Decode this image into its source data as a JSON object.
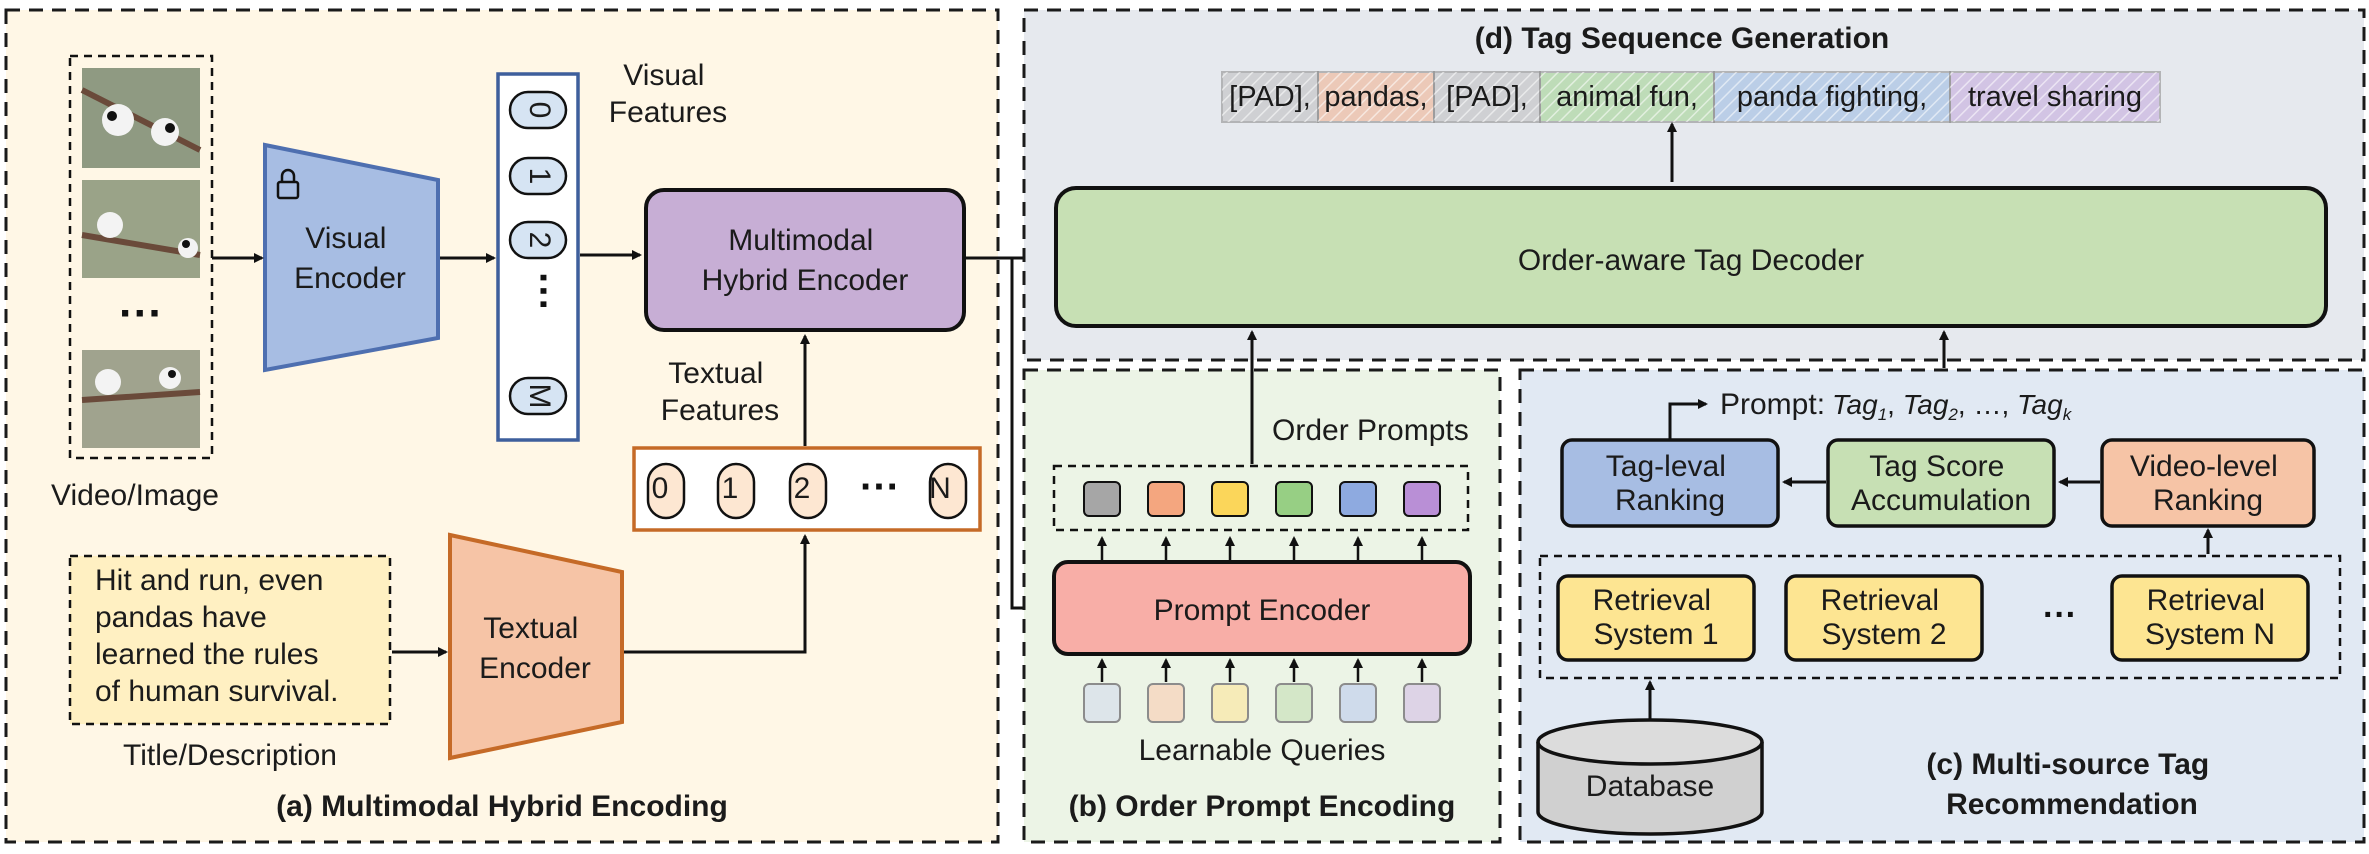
{
  "panels": {
    "a": "(a) Multimodal Hybrid Encoding",
    "b": "(b) Order Prompt Encoding",
    "c_line1": "(c) Multi-source Tag",
    "c_line2": "Recommendation",
    "d": "(d) Tag Sequence Generation"
  },
  "video_label": "Video/Image",
  "visual_encoder": [
    "Visual",
    "Encoder"
  ],
  "visual_features": [
    "Visual",
    "Features"
  ],
  "visual_tokens": [
    "0",
    "1",
    "2",
    "M"
  ],
  "multimodal_encoder": [
    "Multimodal",
    "Hybrid Encoder"
  ],
  "textual_features": [
    "Textual",
    "Features"
  ],
  "textual_tokens": [
    "0",
    "1",
    "2",
    "N"
  ],
  "title_text": [
    "Hit and run, even",
    "pandas have",
    "learned the rules",
    "of human survival."
  ],
  "title_label": "Title/Description",
  "textual_encoder": [
    "Textual",
    "Encoder"
  ],
  "order_prompts": "Order Prompts",
  "prompt_encoder": "Prompt Encoder",
  "learnable_queries": "Learnable Queries",
  "decoder": "Order-aware Tag Decoder",
  "tags": [
    "[PAD],",
    "pandas,",
    "[PAD],",
    "animal fun,",
    "panda fighting,",
    "travel sharing"
  ],
  "prompt_label": "Prompt:",
  "prompt_formula": [
    "Tag",
    "1",
    "Tag",
    "2",
    "…",
    "Tag",
    "k"
  ],
  "tag_ranking": [
    "Tag-leval",
    "Ranking"
  ],
  "score_accum": [
    "Tag Score",
    "Accumulation"
  ],
  "video_ranking": [
    "Video-level",
    "Ranking"
  ],
  "retrieval": [
    [
      "Retrieval",
      "System 1"
    ],
    [
      "Retrieval",
      "System 2"
    ],
    [
      "Retrieval",
      "System N"
    ]
  ],
  "retrieval_dots": "···",
  "database": "Database",
  "colors": {
    "panel_a": "#fff7e6",
    "panel_b": "#ecf4e6",
    "panel_c": "#e1e9f3",
    "panel_d": "#e6e9ee",
    "visual_encoder": "#a7bde3",
    "multimodal": "#c7aed5",
    "textual_encoder": "#f6c4a6",
    "decoder": "#c7e0b4",
    "prompt_encoder": "#f8aea7",
    "yellow": "#fde592",
    "title_box": "#fff0c2"
  },
  "prompt_colors": [
    "#a6a6a6",
    "#f4a67f",
    "#fbd65a",
    "#97cf84",
    "#8eaae0",
    "#b98fd6"
  ],
  "query_colors": [
    "#dde5ea",
    "#f4dcc6",
    "#f6ebb8",
    "#d4e7c8",
    "#cfdbeb",
    "#ddd3e6"
  ],
  "tag_colors": [
    "#bdbdbd",
    "#f2b08d",
    "#bdbdbd",
    "#9fd28c",
    "#98b8e3",
    "#c3a7dc"
  ]
}
